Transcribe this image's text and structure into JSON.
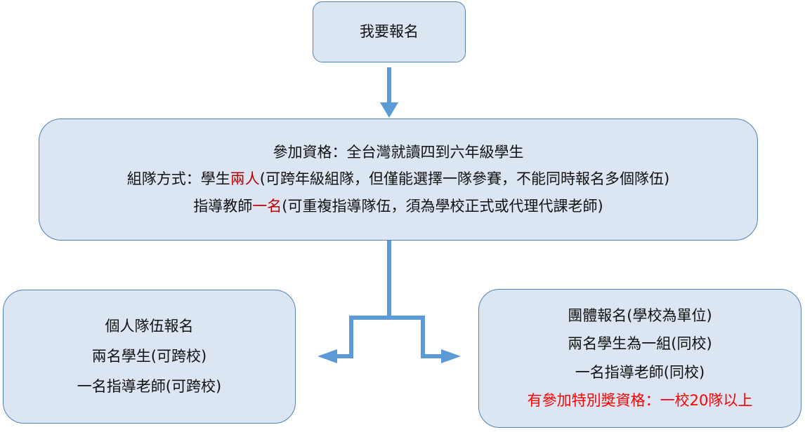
{
  "colors": {
    "box_fill": "#dce6f2",
    "box_border": "#4f81bd",
    "arrow": "#5b9bd5",
    "highlight_red": "#c00000",
    "alert_red": "#ff0000"
  },
  "top_box": {
    "text": "我要報名"
  },
  "mid_box": {
    "line1": "參加資格：全台灣就讀四到六年級學生",
    "line2_prefix": "組隊方式：學生",
    "line2_highlight": "兩人",
    "line2_suffix": "(可跨年級組隊，但僅能選擇一隊參賽，不能同時報名多個隊伍)",
    "line3_prefix": "指導教師",
    "line3_highlight": "一名",
    "line3_suffix": "(可重複指導隊伍，須為學校正式或代理代課老師)"
  },
  "left_box": {
    "line1": "個人隊伍報名",
    "line2": "兩名學生(可跨校)",
    "line3": "一名指導老師(可跨校)"
  },
  "right_box": {
    "line1": "團體報名(學校為單位)",
    "line2": "兩名學生為一組(同校)",
    "line3": "一名指導老師(同校)",
    "line4": "有參加特別獎資格：一校20隊以上"
  }
}
